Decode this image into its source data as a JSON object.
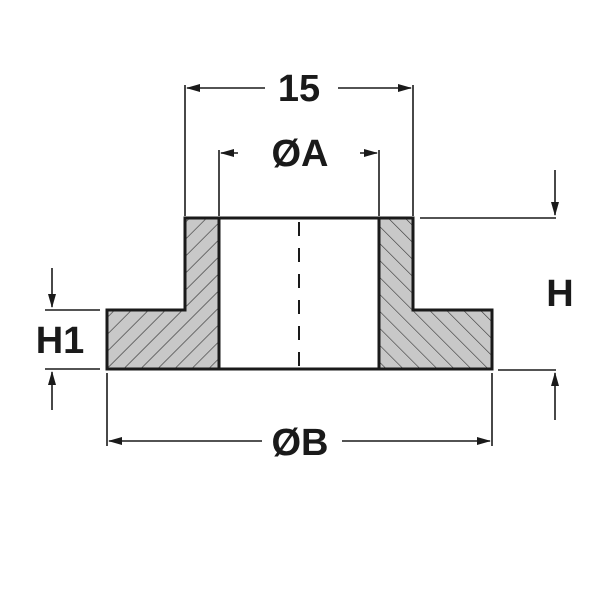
{
  "labels": {
    "width_top": "15",
    "inner_diameter": "ØA",
    "outer_diameter": "ØB",
    "height": "H",
    "flange_height": "H1"
  },
  "colors": {
    "section_fill": "#c8c8c8",
    "line": "#1a1a1a"
  }
}
